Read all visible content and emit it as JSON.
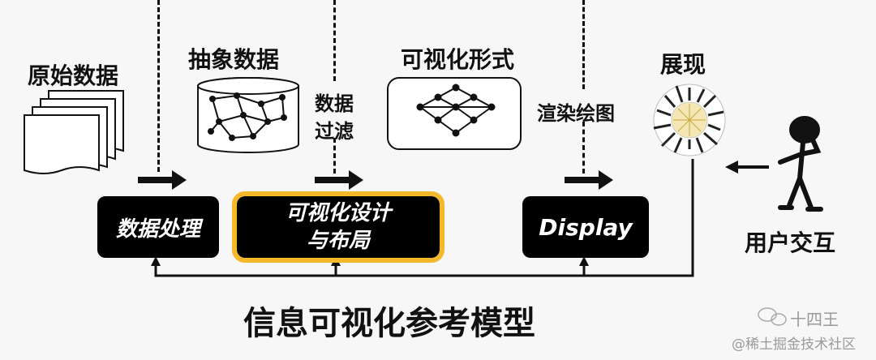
{
  "stages": {
    "raw_data": "原始数据",
    "abstract_data": "抽象数据",
    "visual_form": "可视化形式",
    "presentation": "展现"
  },
  "transitions": {
    "data_filter_line1": "数据",
    "data_filter_line2": "过滤",
    "render": "渲染绘图"
  },
  "boxes": {
    "processing": "数据处理",
    "design_line1": "可视化设计",
    "design_line2": "与布局",
    "display": "Display"
  },
  "interaction": "用户交互",
  "caption": "信息可视化参考模型",
  "watermark": {
    "account": "十四王",
    "site": "@稀土掘金技术社区"
  },
  "colors": {
    "highlight": "#f4b82a",
    "box": "#000000",
    "background": "#f7f7f7"
  }
}
